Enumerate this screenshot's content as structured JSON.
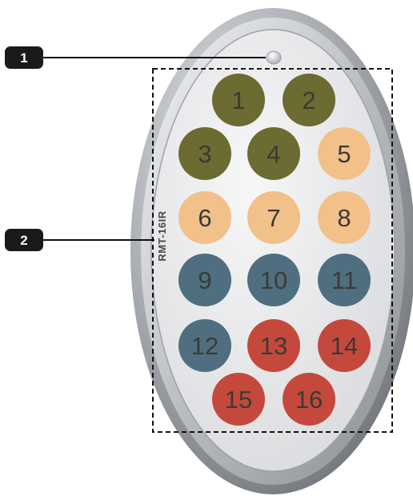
{
  "callouts": [
    {
      "label": "1",
      "target": "ir-led"
    },
    {
      "label": "2",
      "target": "keypad"
    }
  ],
  "remote": {
    "model_label": "RMT-16IR",
    "buttons": [
      {
        "label": "1",
        "color": "#6b6b32"
      },
      {
        "label": "2",
        "color": "#6b6b32"
      },
      {
        "label": "3",
        "color": "#6b6b32"
      },
      {
        "label": "4",
        "color": "#6b6b32"
      },
      {
        "label": "5",
        "color": "#f2c089"
      },
      {
        "label": "6",
        "color": "#f2c089"
      },
      {
        "label": "7",
        "color": "#f2c089"
      },
      {
        "label": "8",
        "color": "#f2c089"
      },
      {
        "label": "9",
        "color": "#4f6f80"
      },
      {
        "label": "10",
        "color": "#4f6f80"
      },
      {
        "label": "11",
        "color": "#4f6f80"
      },
      {
        "label": "12",
        "color": "#4f6f80"
      },
      {
        "label": "13",
        "color": "#c5483c"
      },
      {
        "label": "14",
        "color": "#c5483c"
      },
      {
        "label": "15",
        "color": "#c5483c"
      },
      {
        "label": "16",
        "color": "#c5483c"
      }
    ]
  },
  "colors": {
    "callout_fill": "#1a1a1a",
    "shell_outer": "#8a8d92",
    "face": "#e9eaec",
    "dashed_box": "#111111"
  }
}
